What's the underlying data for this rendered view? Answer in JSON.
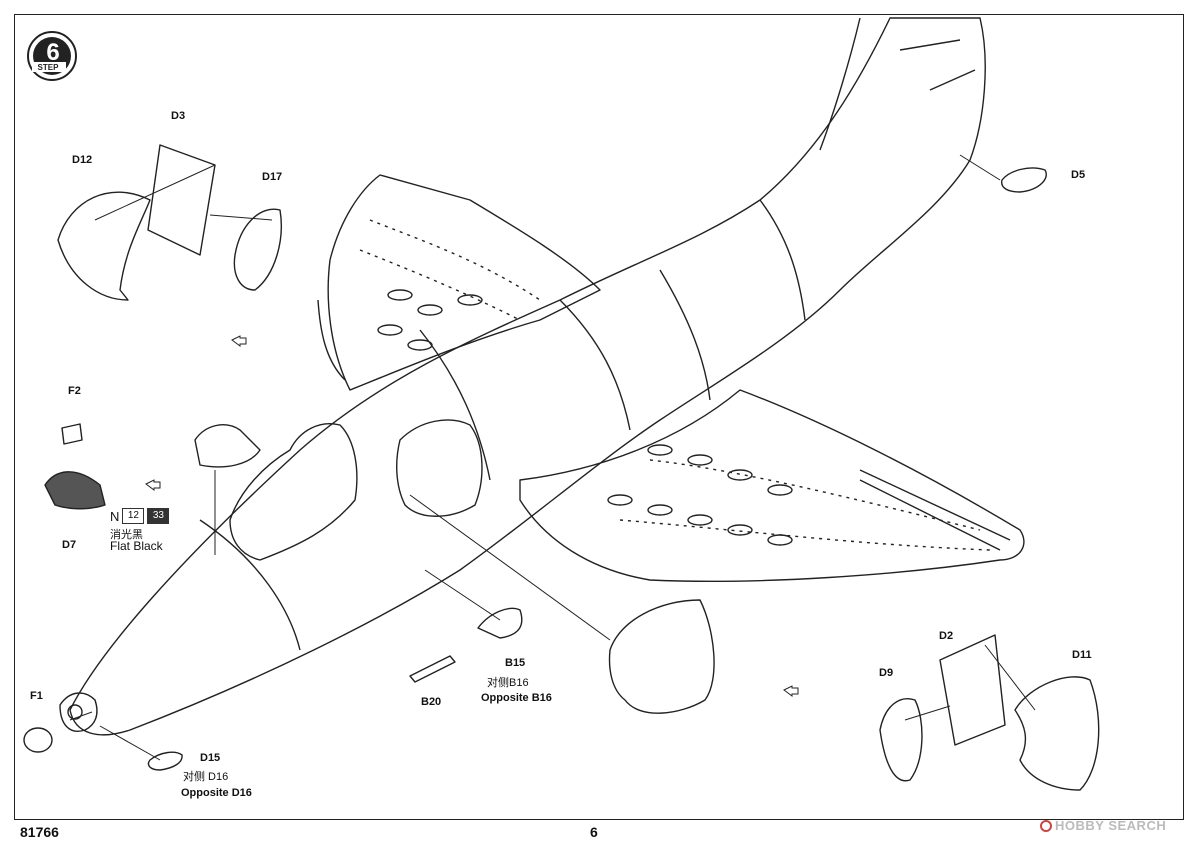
{
  "step": {
    "number": "6",
    "label": "STEP"
  },
  "parts": {
    "d3": "D3",
    "d12": "D12",
    "d17": "D17",
    "d5": "D5",
    "f2": "F2",
    "d7": "D7",
    "f1": "F1",
    "d15": "D15",
    "d15_cn": "对侧 D16",
    "d15_en": "Opposite D16",
    "b15": "B15",
    "b15_cn": "对侧B16",
    "b15_en": "Opposite B16",
    "b20": "B20",
    "d2": "D2",
    "d9": "D9",
    "d11": "D11"
  },
  "paint": {
    "code": "N",
    "num1": "12",
    "num2": "33",
    "cn": "消光黑",
    "en": "Flat Black"
  },
  "footer": {
    "code": "81766",
    "page": "6",
    "watermark": "HOBBY SEARCH"
  }
}
